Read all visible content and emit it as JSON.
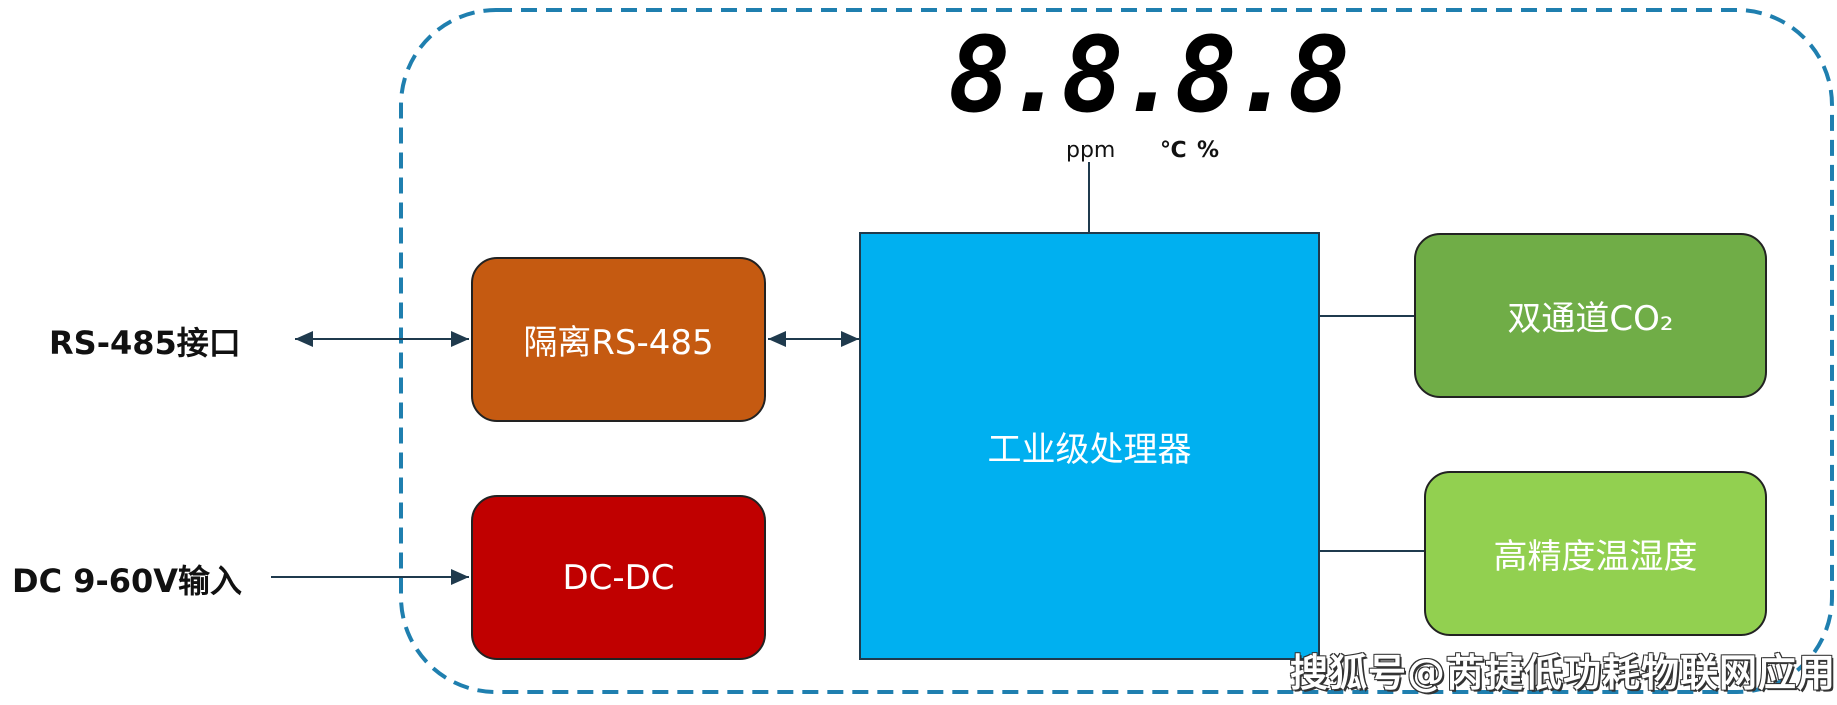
{
  "display": {
    "digits": "8.8.8.8",
    "units": {
      "ppm": "ppm",
      "celsius": "℃",
      "percent": "%"
    }
  },
  "external": {
    "rs485_interface": "RS-485接口",
    "dc_input": "DC 9-60V输入"
  },
  "blocks": {
    "isolated_rs485": "隔离RS-485",
    "dcdc": "DC-DC",
    "processor": "工业级处理器",
    "co2": "双通道CO₂",
    "temp_humidity": "高精度温湿度"
  },
  "colors": {
    "border": "#1F7FAF",
    "processor": "#00B0F0",
    "rs485": "#C55A11",
    "dcdc": "#C00000",
    "co2": "#70AD47",
    "th": "#92D050"
  },
  "watermark": "搜狐号@芮捷低功耗物联网应用"
}
